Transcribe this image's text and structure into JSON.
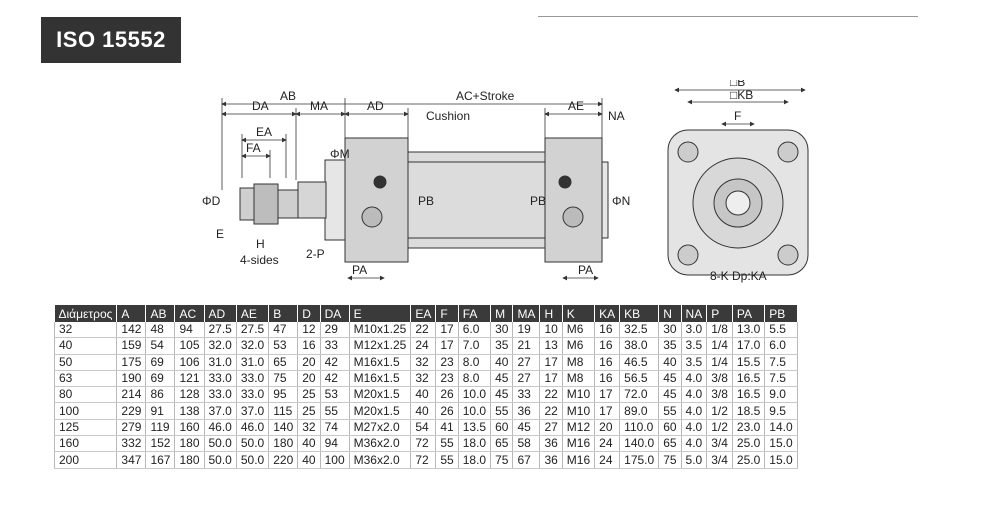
{
  "title": "ISO 15552",
  "drawing_labels": {
    "ab": "AB",
    "ac_stroke": "AC+Stroke",
    "da": "DA",
    "ma": "MA",
    "ad": "AD",
    "cushion": "Cushion",
    "ae": "AE",
    "na": "NA",
    "ea": "EA",
    "fa": "FA",
    "phi_m": "ΦM",
    "phi_d": "ΦD",
    "pb1": "PB",
    "pb2": "PB",
    "phi_n": "ΦN",
    "e": "E",
    "h": "H",
    "four_sides": "4-sides",
    "two_p": "2-P",
    "pa1": "PA",
    "pa2": "PA",
    "sq_b": "□B",
    "sq_kb": "□KB",
    "f": "F",
    "eight_k": "8-K Dp:KA"
  },
  "table": {
    "headers": [
      "Διάμετρος",
      "A",
      "AB",
      "AC",
      "AD",
      "AE",
      "B",
      "D",
      "DA",
      "E",
      "EA",
      "F",
      "FA",
      "M",
      "MA",
      "H",
      "K",
      "KA",
      "KB",
      "N",
      "NA",
      "P",
      "PA",
      "PB"
    ],
    "rows": [
      [
        "32",
        "142",
        "48",
        "94",
        "27.5",
        "27.5",
        "47",
        "12",
        "29",
        "M10x1.25",
        "22",
        "17",
        "6.0",
        "30",
        "19",
        "10",
        "M6",
        "16",
        "32.5",
        "30",
        "3.0",
        "1/8",
        "13.0",
        "5.5"
      ],
      [
        "40",
        "159",
        "54",
        "105",
        "32.0",
        "32.0",
        "53",
        "16",
        "33",
        "M12x1.25",
        "24",
        "17",
        "7.0",
        "35",
        "21",
        "13",
        "M6",
        "16",
        "38.0",
        "35",
        "3.5",
        "1/4",
        "17.0",
        "6.0"
      ],
      [
        "50",
        "175",
        "69",
        "106",
        "31.0",
        "31.0",
        "65",
        "20",
        "42",
        "M16x1.5",
        "32",
        "23",
        "8.0",
        "40",
        "27",
        "17",
        "M8",
        "16",
        "46.5",
        "40",
        "3.5",
        "1/4",
        "15.5",
        "7.5"
      ],
      [
        "63",
        "190",
        "69",
        "121",
        "33.0",
        "33.0",
        "75",
        "20",
        "42",
        "M16x1.5",
        "32",
        "23",
        "8.0",
        "45",
        "27",
        "17",
        "M8",
        "16",
        "56.5",
        "45",
        "4.0",
        "3/8",
        "16.5",
        "7.5"
      ],
      [
        "80",
        "214",
        "86",
        "128",
        "33.0",
        "33.0",
        "95",
        "25",
        "53",
        "M20x1.5",
        "40",
        "26",
        "10.0",
        "45",
        "33",
        "22",
        "M10",
        "17",
        "72.0",
        "45",
        "4.0",
        "3/8",
        "16.5",
        "9.0"
      ],
      [
        "100",
        "229",
        "91",
        "138",
        "37.0",
        "37.0",
        "115",
        "25",
        "55",
        "M20x1.5",
        "40",
        "26",
        "10.0",
        "55",
        "36",
        "22",
        "M10",
        "17",
        "89.0",
        "55",
        "4.0",
        "1/2",
        "18.5",
        "9.5"
      ],
      [
        "125",
        "279",
        "119",
        "160",
        "46.0",
        "46.0",
        "140",
        "32",
        "74",
        "M27x2.0",
        "54",
        "41",
        "13.5",
        "60",
        "45",
        "27",
        "M12",
        "20",
        "110.0",
        "60",
        "4.0",
        "1/2",
        "23.0",
        "14.0"
      ],
      [
        "160",
        "332",
        "152",
        "180",
        "50.0",
        "50.0",
        "180",
        "40",
        "94",
        "M36x2.0",
        "72",
        "55",
        "18.0",
        "65",
        "58",
        "36",
        "M16",
        "24",
        "140.0",
        "65",
        "4.0",
        "3/4",
        "25.0",
        "15.0"
      ],
      [
        "200",
        "347",
        "167",
        "180",
        "50.0",
        "50.0",
        "220",
        "40",
        "100",
        "M36x2.0",
        "72",
        "55",
        "18.0",
        "75",
        "67",
        "36",
        "M16",
        "24",
        "175.0",
        "75",
        "5.0",
        "3/4",
        "25.0",
        "15.0"
      ]
    ]
  }
}
